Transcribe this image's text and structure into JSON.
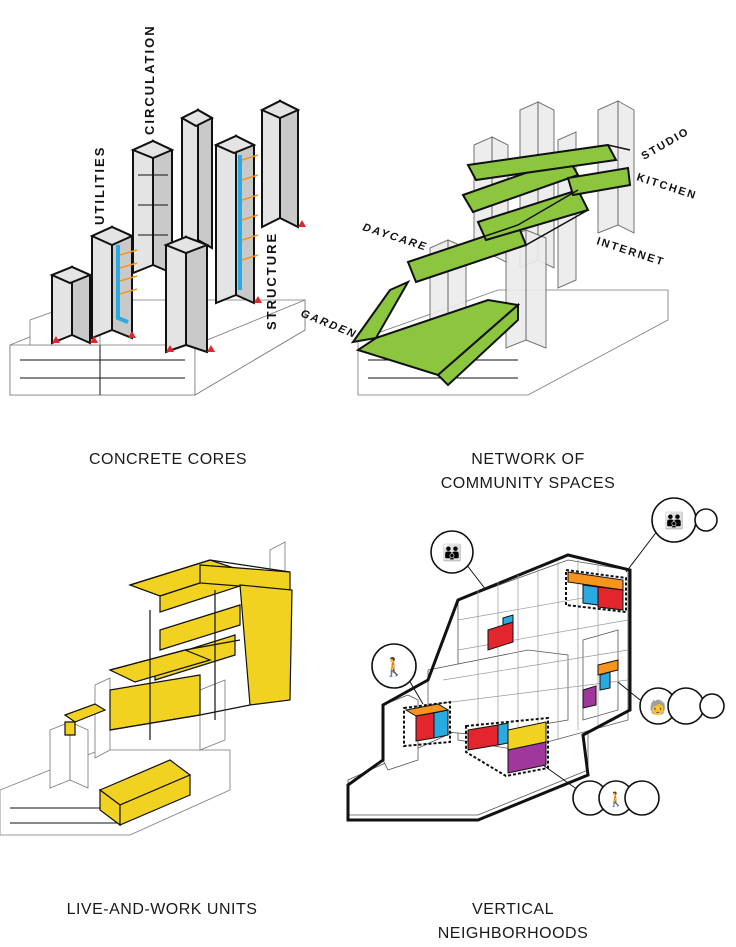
{
  "panels": [
    {
      "caption_lines": [
        "CONCRETE CORES"
      ],
      "labels": [
        "UTILITIES",
        "CIRCULATION",
        "STRUCTURE"
      ]
    },
    {
      "caption_lines": [
        "NETWORK OF",
        "COMMUNITY SPACES"
      ],
      "labels": [
        "STUDIO",
        "KITCHEN",
        "DAYCARE",
        "INTERNET",
        "GARDEN"
      ]
    },
    {
      "caption_lines": [
        "LIVE-AND-WORK UNITS"
      ],
      "labels": []
    },
    {
      "caption_lines": [
        "VERTICAL",
        "NEIGHBORHOODS"
      ],
      "labels": []
    }
  ],
  "colors": {
    "green": "#8cc63f",
    "yellow": "#f2d221",
    "red": "#e3262d",
    "blue": "#29abe2",
    "magenta": "#a0379b",
    "orange": "#f7941d"
  },
  "icons": [
    "person-icon",
    "family-icon",
    "elderly-person-icon"
  ]
}
